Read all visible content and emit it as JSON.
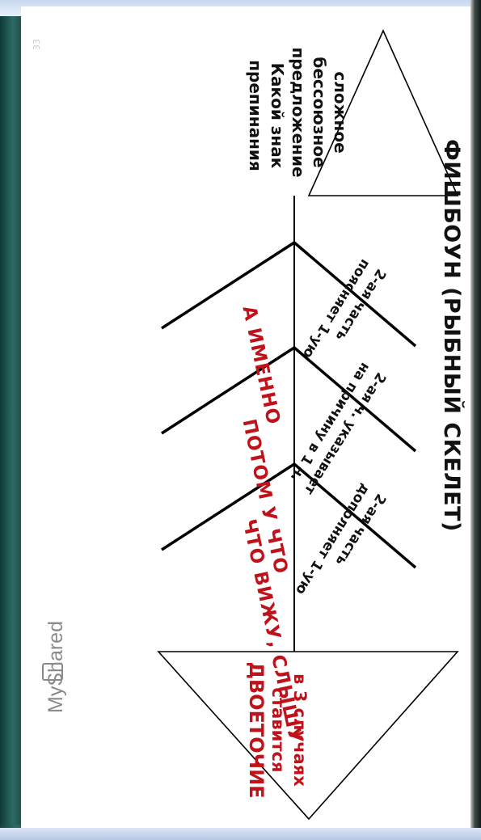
{
  "title": "ФИШБОУН (РЫБНЫЙ СКЕЛЕТ)",
  "head": {
    "lines": [
      "сложное",
      "бессоюзное",
      "предложение"
    ]
  },
  "tail": {
    "lines": [
      "Какой знак",
      "препинания"
    ]
  },
  "answer": {
    "lines": [
      "в 3 случаях",
      "ставится",
      "ДВОЕТОЧИЕ"
    ]
  },
  "bones": [
    {
      "upper": [
        "2-ая часть",
        "поясняет  1-ую"
      ],
      "lower": "А  ИМЕННО"
    },
    {
      "upper": [
        "2-ая ч. указывает",
        "на причину в 1 ч."
      ],
      "lower": "ПОТОМ  У  ЧТО"
    },
    {
      "upper": [
        "2-ая часть",
        "дополняет  1-ую"
      ],
      "lower": "ЧТО ВИЖУ, СЛЫШУ"
    }
  ],
  "watermark": "MyShared",
  "slide_number": "33",
  "colors": {
    "red": "#c0121a",
    "black": "#111111",
    "background": "#ffffff"
  }
}
